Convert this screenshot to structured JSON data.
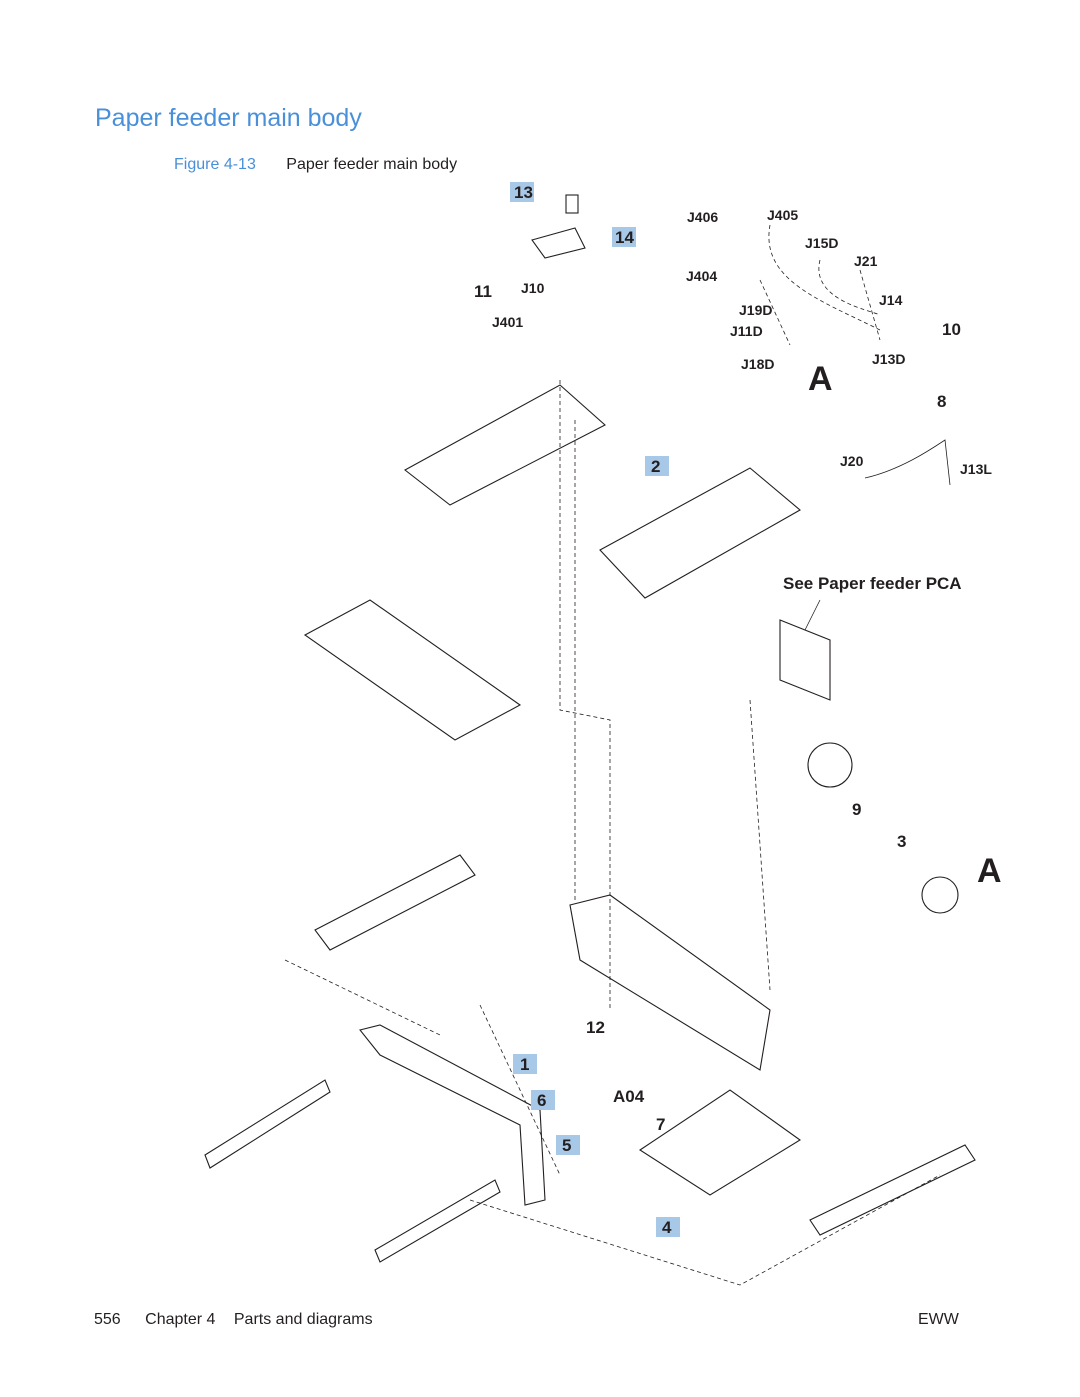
{
  "header": {
    "section_title": "Paper feeder main body",
    "figure_word": "Figure",
    "figure_number": "4-13",
    "figure_caption": "Paper feeder main body"
  },
  "diagram": {
    "callouts_highlighted": [
      "13",
      "14",
      "2",
      "1",
      "6",
      "5",
      "4"
    ],
    "callouts_plain": [
      "11",
      "10",
      "8",
      "9",
      "3",
      "12",
      "7"
    ],
    "connectors": [
      "J406",
      "J405",
      "J15D",
      "J21",
      "J404",
      "J10",
      "J401",
      "J19D",
      "J14",
      "J11D",
      "J18D",
      "J13D",
      "J20",
      "J13L",
      "A04"
    ],
    "reference_letter": "A",
    "see_note": "See Paper feeder PCA",
    "highlight_color": "#a8c8e8",
    "accent_color": "#4a90d9"
  },
  "footer": {
    "page_number": "556",
    "chapter": "Chapter 4",
    "chapter_title": "Parts and diagrams",
    "manual_code": "EWW"
  }
}
